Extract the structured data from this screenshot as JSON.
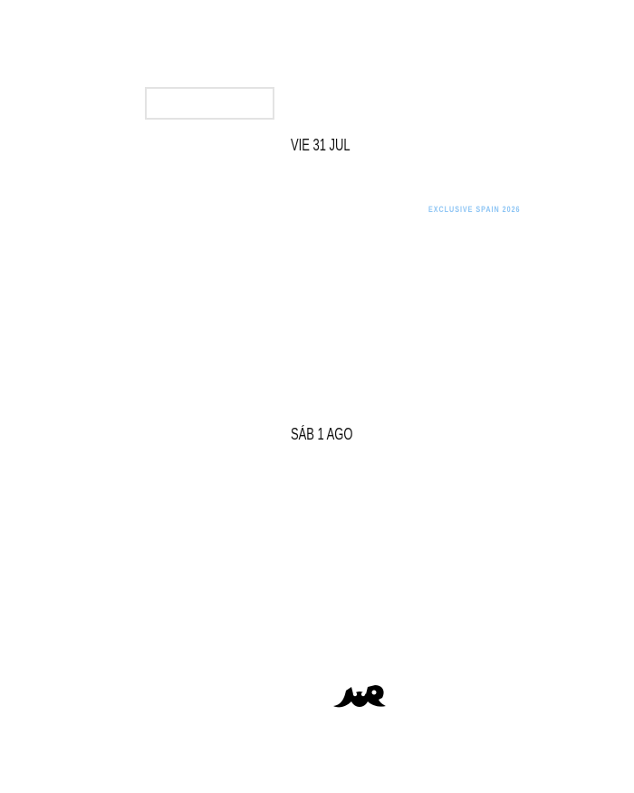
{
  "events": [
    {
      "date": "VIE 31 JUL",
      "tag": "EXCLUSIVE SPAIN 2026"
    },
    {
      "date": "SÁB 1 AGO"
    }
  ],
  "colors": {
    "tag": "#8cc4f4",
    "text": "#111111",
    "border": "#e3e3e3"
  },
  "logo": {
    "icon": "mustache-logo"
  }
}
